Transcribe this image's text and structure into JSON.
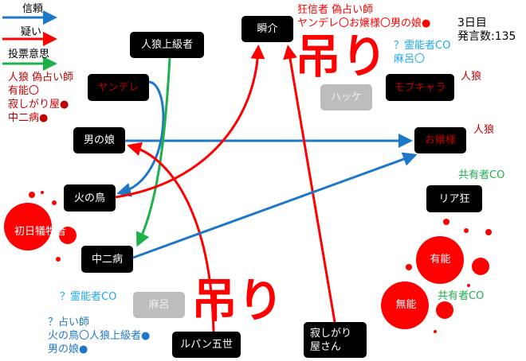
{
  "legend": [
    {
      "label": "信頼",
      "color": "#1e78c8"
    },
    {
      "label": "疑い",
      "color": "#ff0000"
    },
    {
      "label": "投票意思",
      "color": "#1db04b"
    }
  ],
  "day": "3日目",
  "post_count": "発言数:135",
  "hang_label": "吊り",
  "nodes": {
    "jinro_joukyu": "人狼上級者",
    "shunsuke": "瞬介",
    "yandere": "ヤンデレ",
    "hakke": "ハッケ",
    "mobchara": "モブキャラ",
    "otokonoko": "男の娘",
    "ojousama": "お嬢様",
    "hinotori": "火の鳥",
    "shonichi": "初日犠牲者",
    "chuunibyou": "中二病",
    "riakyou": "リア狂",
    "yuunou": "有能",
    "munou": "無能",
    "maro": "麻呂",
    "lupin": "ルパン五世",
    "sabishigari": "寂しがり屋さん"
  },
  "notes": {
    "left_top": [
      "人狼 偽占い師",
      "有能〇",
      "寂しがり屋●",
      "中二病●"
    ],
    "top_center": [
      "狂信者 偽占い師",
      "ヤンデレ〇お嬢様〇男の娘●"
    ],
    "hakke_note": [
      "？霊能者CO",
      "麻呂〇"
    ],
    "mob_note": "人狼",
    "ojou_note": "人狼",
    "riakyou_note": "共有者CO",
    "yuunou_note": "共有者CO",
    "maro_note": "？霊能者CO",
    "bottom_left": [
      "？占い師",
      "火の鳥〇人狼上級者●",
      "男の娘●"
    ]
  },
  "colors": {
    "trust": "#1e78c8",
    "doubt": "#ff0000",
    "vote": "#1db04b",
    "blood": "#ff0000"
  }
}
